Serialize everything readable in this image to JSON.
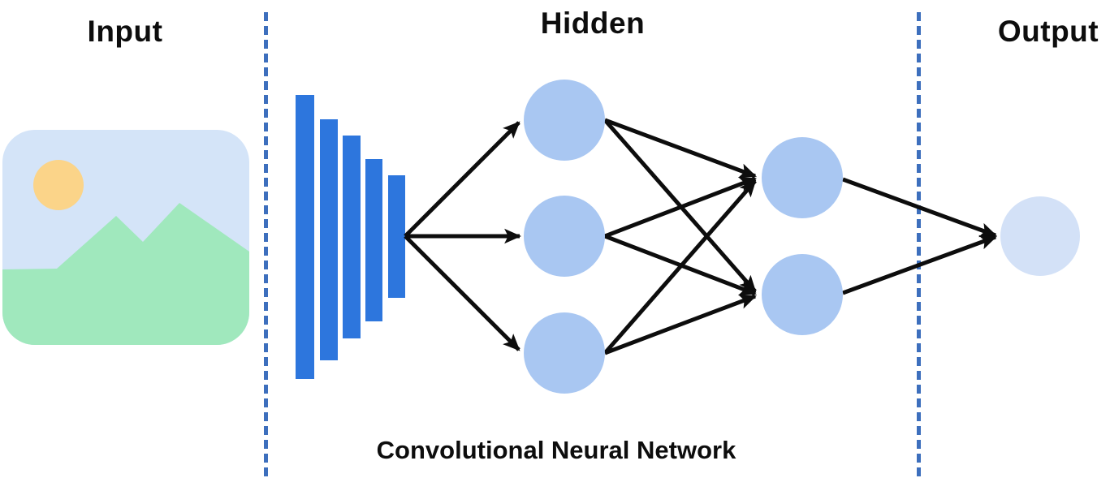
{
  "labels": {
    "input": "Input",
    "hidden": "Hidden",
    "output": "Output",
    "caption": "Convolutional Neural Network"
  },
  "colors": {
    "bar_blue": "#2d76dd",
    "neuron_blue": "#a9c7f2",
    "output_neuron_blue": "#d3e1f7",
    "divider_blue": "#3d6fbd",
    "arrow_black": "#0d0d0d",
    "text_black": "#0d0d0d",
    "icon_sky_blue": "#d4e4f8",
    "icon_sun_yellow": "#fbd489",
    "icon_mountain_green": "#a0e8bd",
    "background": "#ffffff"
  },
  "network": {
    "input_type": "image",
    "conv_bar_count": 5,
    "hidden_layer1_neurons": 3,
    "hidden_layer2_neurons": 2,
    "output_neurons": 1,
    "connections": "fully-connected between layers, arrows left to right"
  }
}
